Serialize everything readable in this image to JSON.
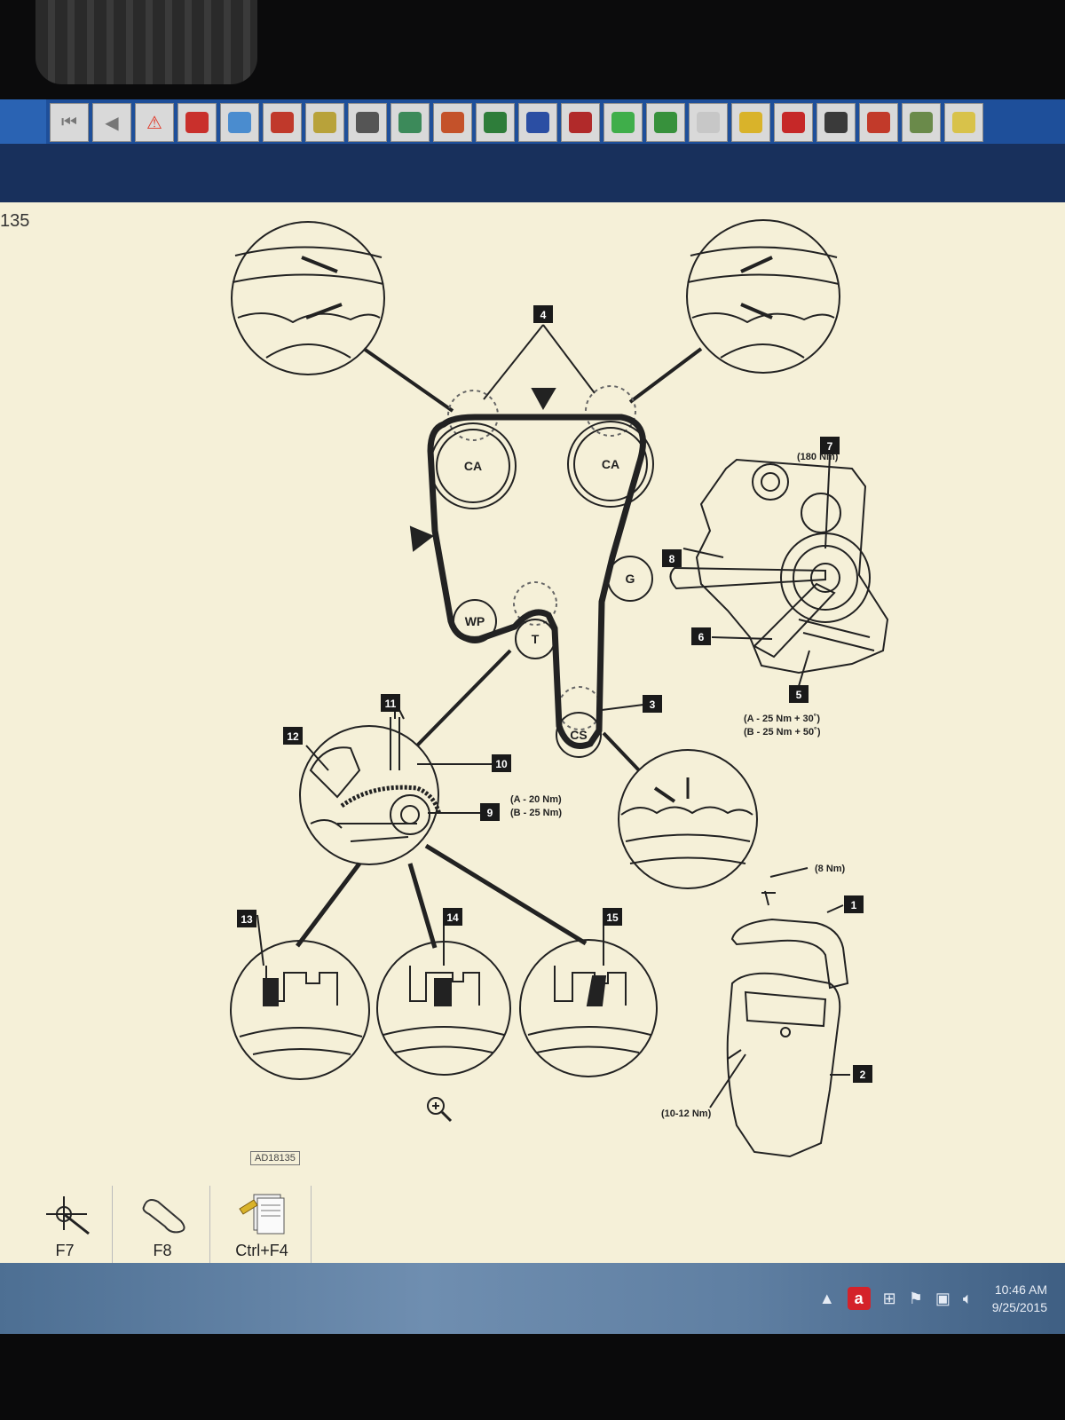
{
  "toolbar": {
    "buttons": [
      {
        "icon": "first-page-icon",
        "color": "#d0d0d0"
      },
      {
        "icon": "prev-page-icon",
        "color": "#d0d0d0"
      },
      {
        "icon": "warning-icon",
        "color": "#e03a2a"
      },
      {
        "icon": "red-tool-icon",
        "color": "#c9302c"
      },
      {
        "icon": "blue-tool-icon",
        "color": "#4a8ccf"
      },
      {
        "icon": "engine-icon",
        "color": "#c0392b"
      },
      {
        "icon": "gear-icon",
        "color": "#b8a23a"
      },
      {
        "icon": "wheel-icon",
        "color": "#555555"
      },
      {
        "icon": "wrench-icon",
        "color": "#3c8a5a"
      },
      {
        "icon": "exhaust-icon",
        "color": "#c4522a"
      },
      {
        "icon": "seat-icon",
        "color": "#2e7d3a"
      },
      {
        "icon": "electrical-icon",
        "color": "#2b4ea3"
      },
      {
        "icon": "brake-icon",
        "color": "#b12a2a"
      },
      {
        "icon": "body-icon",
        "color": "#3fae4a"
      },
      {
        "icon": "window-icon",
        "color": "#37913c"
      },
      {
        "icon": "diagram-icon",
        "color": "#c7c7c7"
      },
      {
        "icon": "note-icon",
        "color": "#d9b32a"
      },
      {
        "icon": "car-icon",
        "color": "#c62828"
      },
      {
        "icon": "lamp-icon",
        "color": "#3a3a3a"
      },
      {
        "icon": "alert-icon",
        "color": "#c23a2a"
      },
      {
        "icon": "tools-icon",
        "color": "#6a8a4a"
      },
      {
        "icon": "folder-icon",
        "color": "#d8c24a"
      }
    ]
  },
  "page": {
    "number": "135"
  },
  "diagram": {
    "labels": {
      "ca_left": "CA",
      "ca_right": "CA",
      "g": "G",
      "wp": "WP",
      "t": "T",
      "cs": "CS",
      "n1": "1",
      "n2": "2",
      "n3": "3",
      "n4": "4",
      "n5": "5",
      "n6": "6",
      "n7": "7",
      "n8": "8",
      "n9": "9",
      "n10": "10",
      "n11": "11",
      "n12": "12",
      "n13": "13",
      "n14": "14",
      "n15": "15"
    },
    "torques": {
      "t7": "(180 Nm)",
      "t5a": "(A - 25 Nm + 30˚)",
      "t5b": "(B - 25 Nm + 50˚)",
      "t9a": "(A - 20 Nm)",
      "t9b": "(B - 25 Nm)",
      "t8nm": "(8 Nm)",
      "t1012": "(10-12 Nm)"
    },
    "doc_id": "AD18135"
  },
  "fkeys": [
    {
      "label": "F7",
      "icon": "crosshair-tool-icon"
    },
    {
      "label": "F8",
      "icon": "belt-route-icon"
    },
    {
      "label": "Ctrl+F4",
      "icon": "notes-icon"
    }
  ],
  "taskbar": {
    "time": "10:46 AM",
    "date": "9/25/2015",
    "tray_icons": [
      "show-hidden-icon",
      "avira-icon",
      "windows-flag-icon",
      "action-center-icon",
      "network-icon",
      "volume-icon"
    ],
    "avira_letter": "a"
  }
}
